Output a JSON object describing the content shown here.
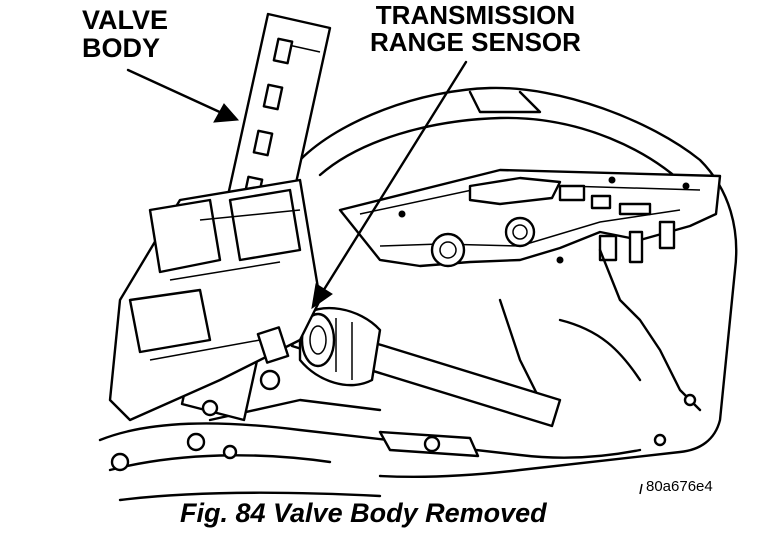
{
  "labels": {
    "valve_body_line1": "VALVE",
    "valve_body_line2": "BODY",
    "sensor_line1": "TRANSMISSION",
    "sensor_line2": "RANGE SENSOR"
  },
  "figure_code": "80a676e4",
  "caption": "Fig. 84 Valve Body Removed"
}
